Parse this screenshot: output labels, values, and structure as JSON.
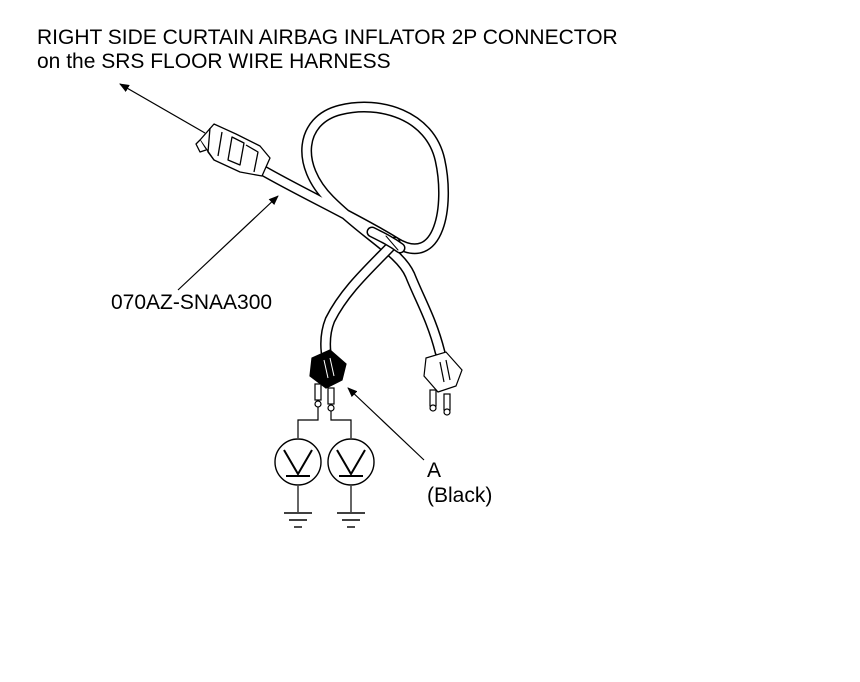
{
  "title": {
    "line1": "RIGHT SIDE CURTAIN AIRBAG INFLATOR 2P CONNECTOR",
    "line2": "on the SRS FLOOR WIRE HARNESS"
  },
  "part_number": "070AZ-SNAA300",
  "callout_a": {
    "letter": "A",
    "color": "(Black)"
  },
  "icons": {
    "meter": "voltmeter-icon",
    "ground": "ground-icon"
  }
}
